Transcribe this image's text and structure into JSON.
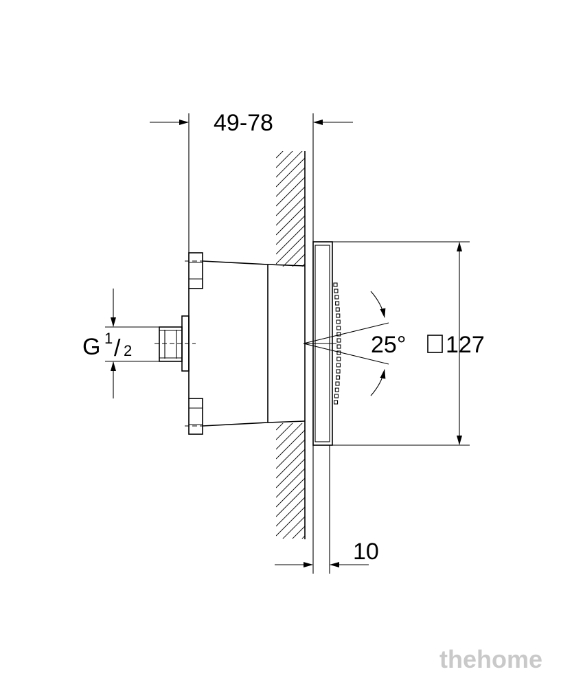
{
  "dimensions": {
    "depth": "49-78",
    "plate_thickness": "10",
    "spray_angle": "25°",
    "thread_prefix": "G",
    "thread_num": "1",
    "thread_slash": "/",
    "thread_den": "2",
    "size_symbol": "□",
    "size_value": "127"
  },
  "watermark": "thehome"
}
